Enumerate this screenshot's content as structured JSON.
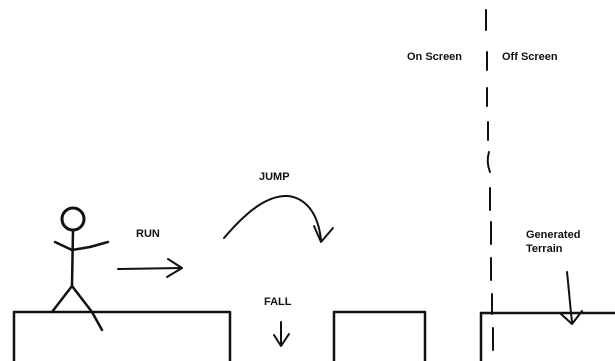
{
  "labels": {
    "on_screen": "On Screen",
    "off_screen": "Off Screen",
    "jump": "JUMP",
    "run": "RUN",
    "fall": "FALL",
    "generated_line1": "Generated",
    "generated_line2": "Terrain"
  },
  "colors": {
    "ink": "#111111",
    "background": "#ffffff"
  }
}
